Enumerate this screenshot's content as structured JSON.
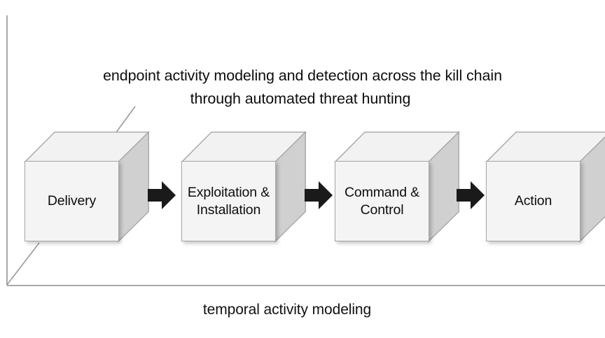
{
  "diagram": {
    "title_lines": [
      "endpoint activity modeling and detection across the kill chain",
      "through automated threat hunting"
    ],
    "bottom_axis_label": "temporal activity modeling",
    "stages": [
      {
        "id": "delivery",
        "lines": [
          "Delivery"
        ]
      },
      {
        "id": "exploitation",
        "lines": [
          "Exploitation &",
          "Installation"
        ]
      },
      {
        "id": "command",
        "lines": [
          "Command &",
          "Control"
        ]
      },
      {
        "id": "action",
        "lines": [
          "Action"
        ]
      }
    ],
    "connectors": [
      {
        "id": "arrow-1",
        "icon": "right-arrow-icon"
      },
      {
        "id": "arrow-2",
        "icon": "right-arrow-icon"
      },
      {
        "id": "arrow-3",
        "icon": "right-arrow-icon"
      }
    ],
    "colors": {
      "box_front": "#F4F4F4",
      "box_top": "#F2F2F2",
      "box_side": "#D0D0D0",
      "box_border": "#A6A6A6",
      "arrow": "#1A1A1A",
      "axis": "#A9A9A9",
      "text": "#0D0D0D",
      "background": "#FFFFFF"
    }
  }
}
